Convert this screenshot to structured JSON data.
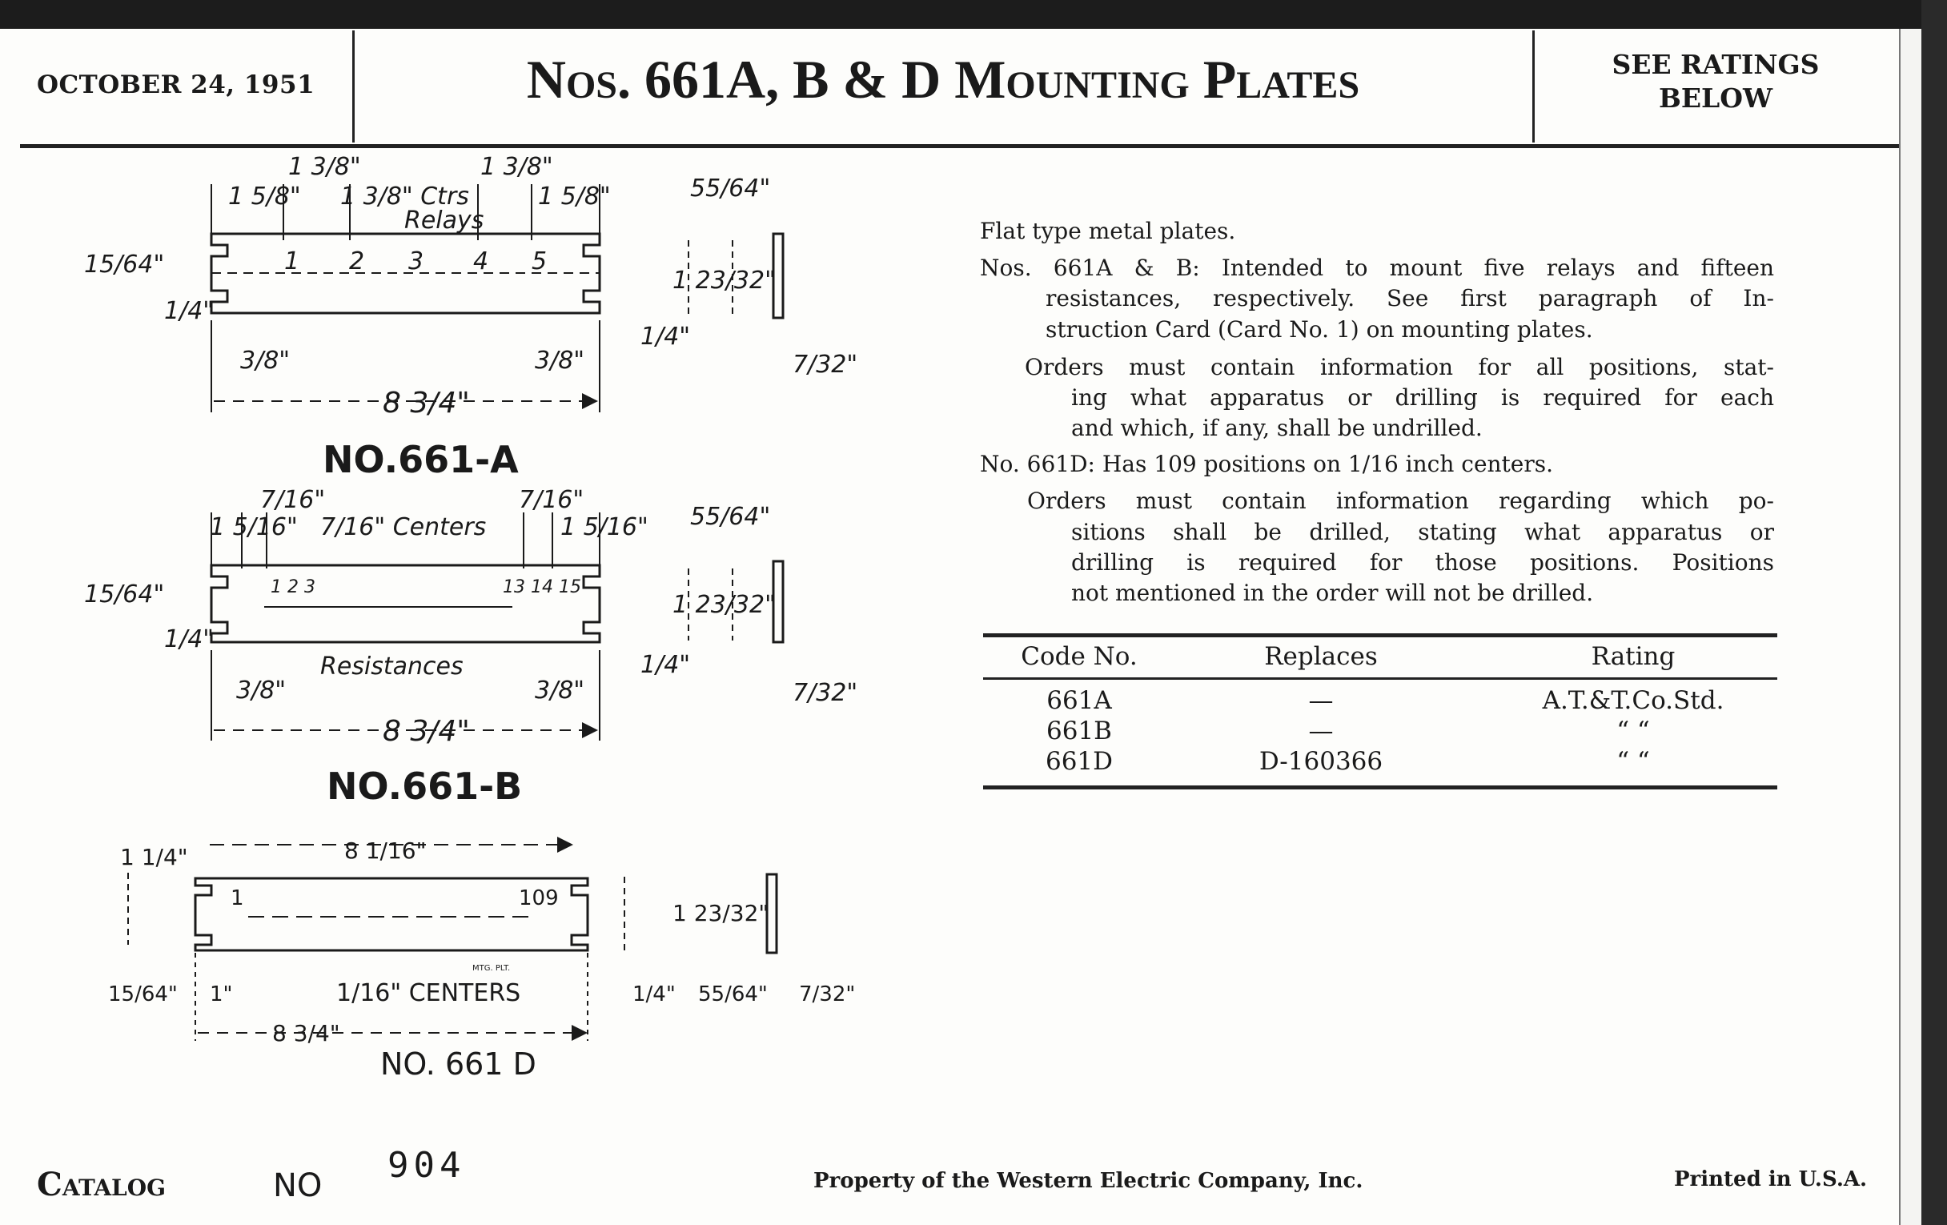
{
  "header": {
    "date": "OCTOBER 24, 1951",
    "title": "Nos. 661A, B & D Mounting Plates",
    "ratings_note_line1": "SEE RATINGS",
    "ratings_note_line2": "BELOW"
  },
  "description": {
    "paragraphs": [
      {
        "lines": [
          "Flat type metal plates."
        ]
      },
      {
        "lines": [
          "Nos. 661A & B:  Intended to mount five relays and fifteen",
          "resistances, respectively.  See first paragraph of In-",
          "struction Card (Card No. 1) on mounting plates."
        ]
      },
      {
        "lines": [
          "Orders must contain information for all positions, stat-",
          "ing what apparatus or drilling is required for each",
          "and which, if any, shall be undrilled."
        ]
      },
      {
        "lines": [
          "No. 661D:  Has 109 positions on 1/16 inch centers."
        ]
      },
      {
        "lines": [
          "Orders must contain information regarding which po-",
          "sitions shall be drilled, stating what apparatus or",
          "drilling is required for those positions.  Positions",
          "not mentioned in the order will not be drilled."
        ]
      }
    ]
  },
  "ratings_table": {
    "headers": [
      "Code No.",
      "Replaces",
      "Rating"
    ],
    "rows": [
      [
        "661A",
        "—",
        "A.T.&T.Co.Std."
      ],
      [
        "661B",
        "—",
        "“        “"
      ],
      [
        "661D",
        "D-160366",
        "“        “"
      ]
    ]
  },
  "drawings": {
    "plate_a": {
      "label": "NO.661-A",
      "positions": [
        "1",
        "2",
        "3",
        "4",
        "5"
      ],
      "top_dims": [
        "1 5/8\"",
        "1 3/8\"",
        "1 3/8\" Ctrs",
        "1 3/8\"",
        "1 5/8\""
      ],
      "relays": "Relays",
      "height_outer": "15/64\"",
      "height_inner": "1/4\"",
      "offset_left": "3/8\"",
      "offset_right": "3/8\"",
      "notch": "1/4\"",
      "depth": "55/64\"",
      "width": "1 23/32\"",
      "thickness": "7/32\"",
      "length": "8 3/4\""
    },
    "plate_b": {
      "label": "NO.661-B",
      "positions_start": "1 2 3",
      "positions_end": "13 14 15",
      "top_dims": [
        "1 5/16\"",
        "7/16\"",
        "7/16\" Centers",
        "7/16\"",
        "1 5/16\""
      ],
      "resistances": "Resistances",
      "height_outer": "15/64\"",
      "height_inner": "1/4\"",
      "offset_left": "3/8\"",
      "offset_right": "3/8\"",
      "notch": "1/4\"",
      "depth": "55/64\"",
      "width": "1 23/32\"",
      "thickness": "7/32\"",
      "length": "8 3/4\""
    },
    "plate_d": {
      "label": "NO. 661 D",
      "first_position": "1",
      "last_position": "109",
      "end_width": "1 1/4\"",
      "hole_span": "8 1/16\"",
      "width": "1 23/32\"",
      "height_outer": "15/64\"",
      "first_offset": "1\"",
      "centers": "1/16\" CENTERS",
      "mtg_plt": "MTG. PLT.",
      "notch": "1/4\"",
      "depth": "55/64\"",
      "thickness": "7/32\"",
      "length": "8 3/4\""
    }
  },
  "footer": {
    "catalog": "Catalog",
    "no": "NO",
    "number": "904",
    "property": "Property of the Western Electric Company, Inc.",
    "printed": "Printed in U.S.A."
  }
}
